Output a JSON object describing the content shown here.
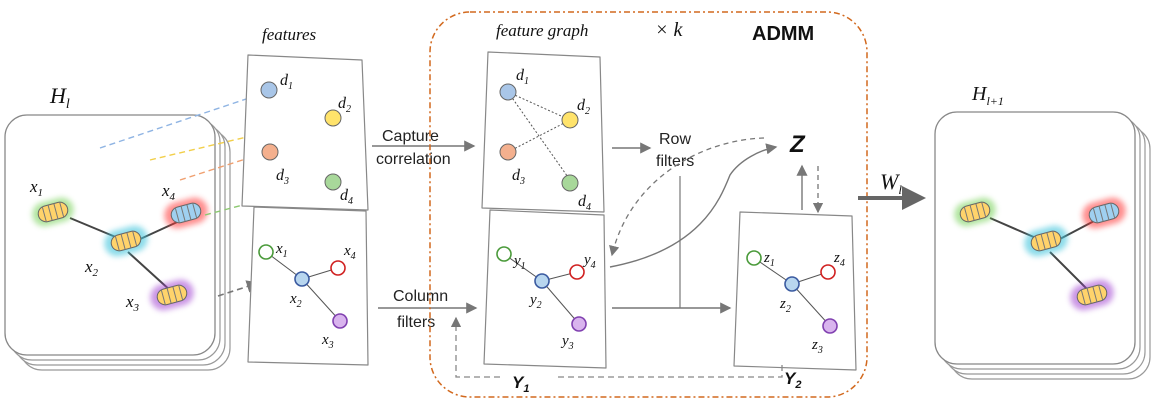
{
  "labels": {
    "h_l": "H",
    "h_l_sub": "l",
    "h_l1": "H",
    "h_l1_sub": "l+1",
    "features": "features",
    "feature_graph": "feature graph",
    "times_k": "× k",
    "admm": "ADMM",
    "capture_1": "Capture",
    "capture_2": "correlation",
    "column_1": "Column",
    "column_2": "filters",
    "row_1": "Row",
    "row_2": "filters",
    "z": "Z",
    "w": "W",
    "w_sub": "l",
    "y1": "Y",
    "y1_sub": "1",
    "y2": "Y",
    "y2_sub": "2"
  },
  "input_nodes": [
    {
      "label": "x",
      "sub": "1"
    },
    {
      "label": "x",
      "sub": "2"
    },
    {
      "label": "x",
      "sub": "3"
    },
    {
      "label": "x",
      "sub": "4"
    }
  ],
  "feature_nodes": [
    {
      "label": "d",
      "sub": "1"
    },
    {
      "label": "d",
      "sub": "2"
    },
    {
      "label": "d",
      "sub": "3"
    },
    {
      "label": "d",
      "sub": "4"
    }
  ],
  "node_graph_x": [
    {
      "label": "x",
      "sub": "1"
    },
    {
      "label": "x",
      "sub": "2"
    },
    {
      "label": "x",
      "sub": "3"
    },
    {
      "label": "x",
      "sub": "4"
    }
  ],
  "node_graph_y": [
    {
      "label": "y",
      "sub": "1"
    },
    {
      "label": "y",
      "sub": "2"
    },
    {
      "label": "y",
      "sub": "3"
    },
    {
      "label": "y",
      "sub": "4"
    }
  ],
  "node_graph_z": [
    {
      "label": "z",
      "sub": "1"
    },
    {
      "label": "z",
      "sub": "2"
    },
    {
      "label": "z",
      "sub": "3"
    },
    {
      "label": "z",
      "sub": "4"
    }
  ],
  "colors": {
    "green": "#7fbf5f",
    "teal": "#5ec6d8",
    "red": "#f04040",
    "purple": "#b06ad0",
    "blue_node": "#a9c6e8",
    "yellow_node": "#ffe36b",
    "orange_node": "#f4b08e",
    "green_node": "#a8d89a",
    "admm_border": "#d2691e"
  }
}
